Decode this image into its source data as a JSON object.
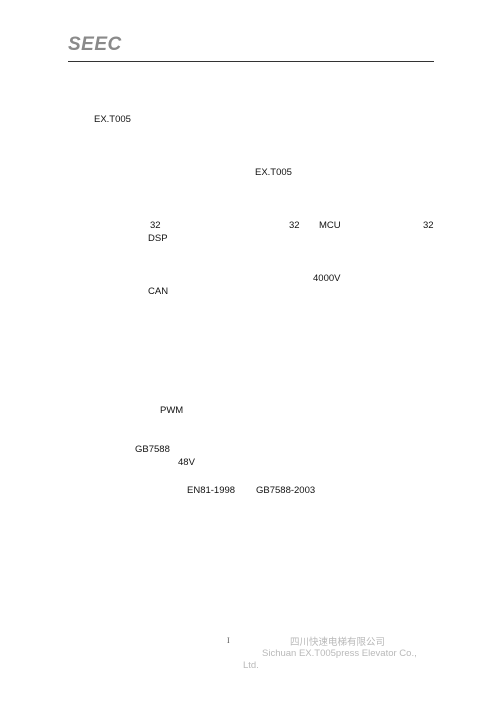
{
  "header": {
    "logo_text": "SEEC"
  },
  "body": {
    "line1": "EX.T005",
    "line2": "EX.T005",
    "row3_a": "32",
    "row3_b": "32",
    "row3_c": "MCU",
    "row3_d": "32",
    "row3_e": "DSP",
    "row4_a": "4000V",
    "row4_b": "CAN",
    "row5_a": "PWM",
    "row6_a": "GB7588",
    "row6_b": "48V",
    "row7_a": "EN81-1998",
    "row7_b": "GB7588-2003"
  },
  "footer": {
    "page_number": "I",
    "company_cn": "四川快速电梯有限公司",
    "company_en_line1": "Sichuan EX.T005press Elevator Co.,",
    "company_en_line2": "Ltd."
  }
}
